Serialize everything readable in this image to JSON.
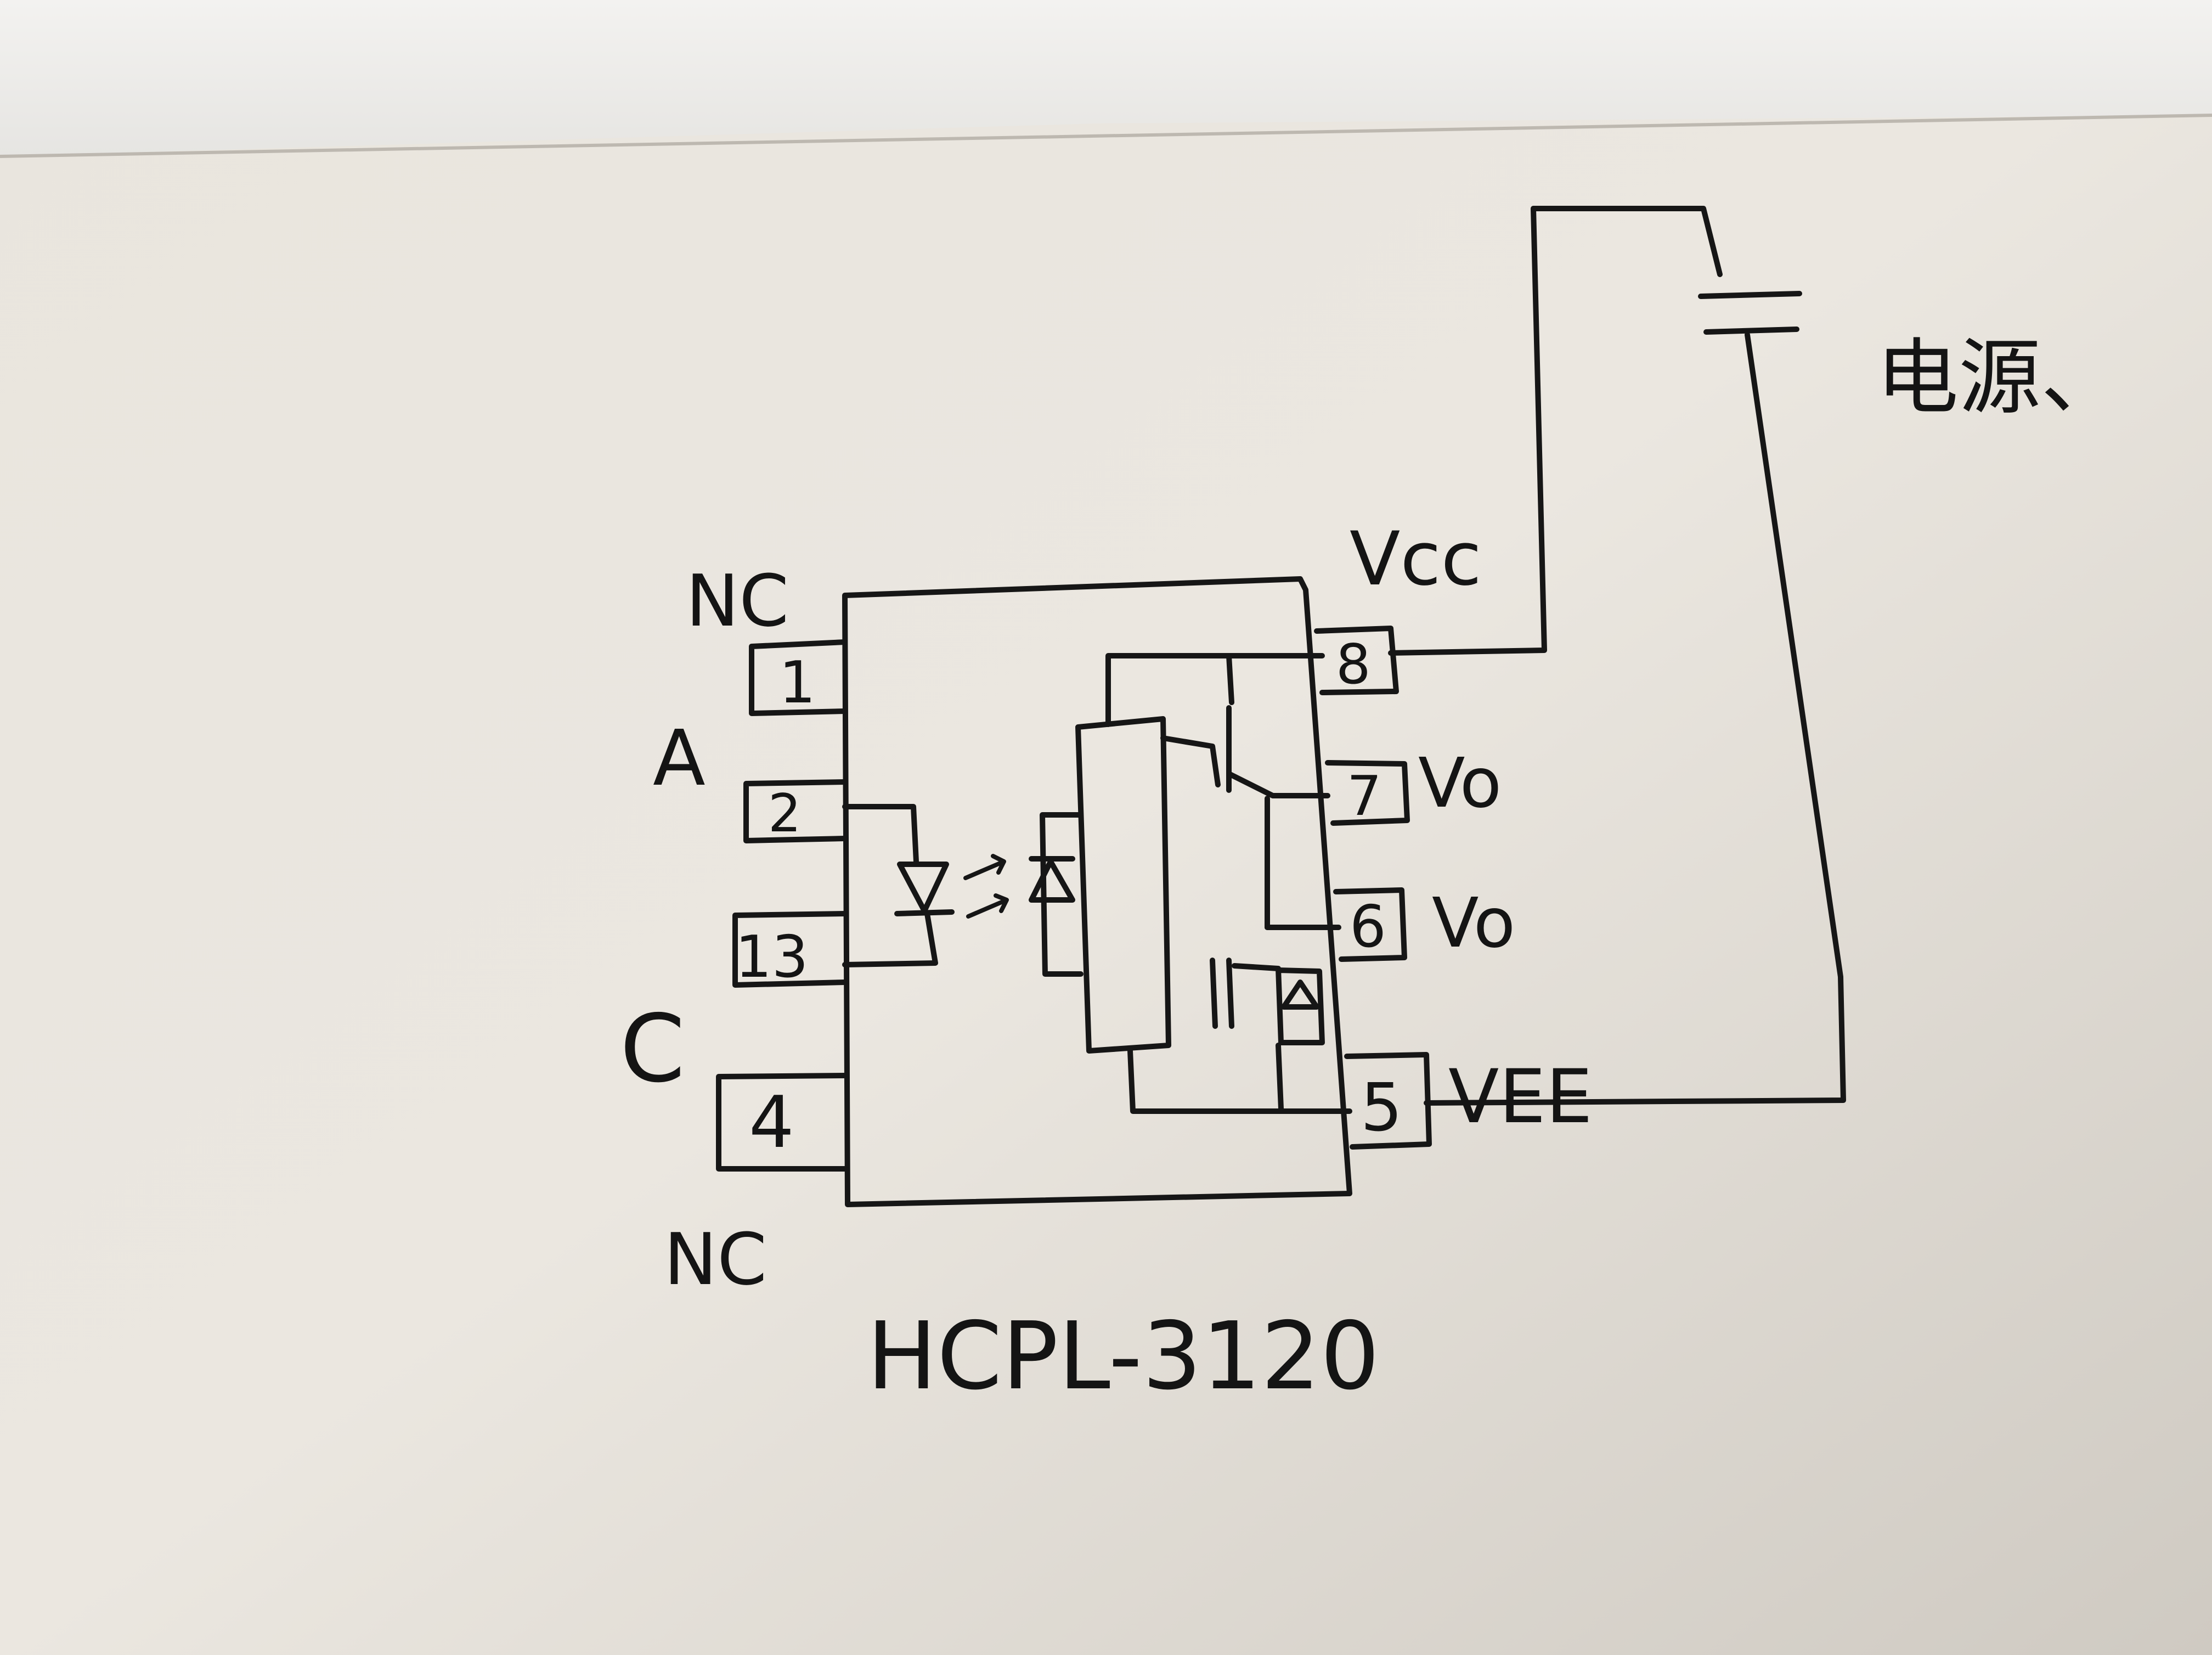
{
  "schematic": {
    "part_number": "HCPL-3120",
    "pins": [
      {
        "number": "1",
        "label": "NC"
      },
      {
        "number": "2",
        "label": "A"
      },
      {
        "number": "13",
        "label": ""
      },
      {
        "number": "4",
        "label": "C"
      },
      {
        "number": "8",
        "label": "Vcc"
      },
      {
        "number": "7",
        "label": "Vo"
      },
      {
        "number": "6",
        "label": "Vo"
      },
      {
        "number": "5",
        "label": "VEE"
      }
    ],
    "bottom_left_label": "NC",
    "power_source_label": "电源、"
  },
  "colors": {
    "paper": "#ebe7e0",
    "ink": "#161616",
    "sheet_top": "#f0efed"
  }
}
